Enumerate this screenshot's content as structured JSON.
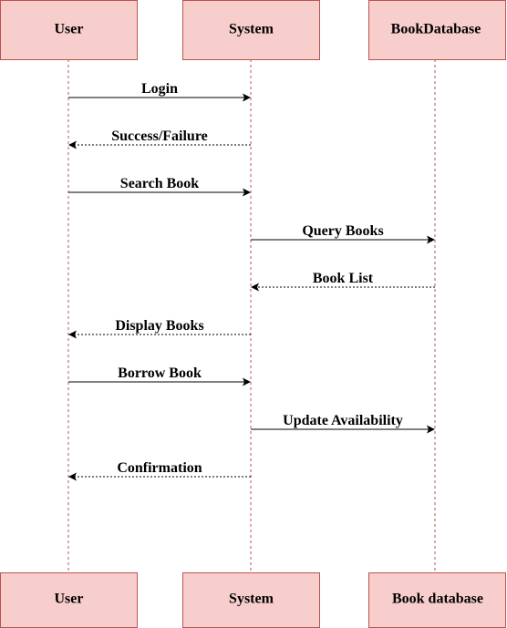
{
  "actors": [
    {
      "id": "user",
      "top_label": "User",
      "bottom_label": "User"
    },
    {
      "id": "system",
      "top_label": "System",
      "bottom_label": "System"
    },
    {
      "id": "db",
      "top_label": "BookDatabase",
      "bottom_label": "Book database"
    }
  ],
  "messages": [
    {
      "label": "Login",
      "from": "user",
      "to": "system",
      "kind": "call"
    },
    {
      "label": "Success/Failure",
      "from": "system",
      "to": "user",
      "kind": "return"
    },
    {
      "label": "Search Book",
      "from": "user",
      "to": "system",
      "kind": "call"
    },
    {
      "label": "Query Books",
      "from": "system",
      "to": "db",
      "kind": "call"
    },
    {
      "label": "Book List",
      "from": "db",
      "to": "system",
      "kind": "return"
    },
    {
      "label": "Display Books",
      "from": "system",
      "to": "user",
      "kind": "return"
    },
    {
      "label": "Borrow Book",
      "from": "user",
      "to": "system",
      "kind": "call"
    },
    {
      "label": "Update Availability",
      "from": "system",
      "to": "db",
      "kind": "call"
    },
    {
      "label": "Confirmation",
      "from": "system",
      "to": "user",
      "kind": "return"
    }
  ],
  "colors": {
    "actor_fill": "#f8cecc",
    "actor_stroke": "#b85450",
    "lifeline": "#b85450",
    "message": "#000000"
  }
}
